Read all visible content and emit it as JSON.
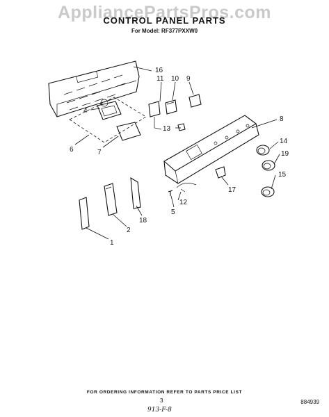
{
  "watermark": "AppliancePartsPros.com",
  "title": "CONTROL PANEL PARTS",
  "model_line": "For Model: RF377PXXW0",
  "footer": {
    "ordering_note": "FOR ORDERING INFORMATION REFER TO PARTS PRICE LIST",
    "page_number": "3",
    "document_number": "884939",
    "handwritten": "913-F-8"
  },
  "callouts": {
    "c1": "1",
    "c2": "2",
    "c4": "4",
    "c5": "5",
    "c6": "6",
    "c7": "7",
    "c8": "8",
    "c9": "9",
    "c10": "10",
    "c11": "11",
    "c12": "12",
    "c13": "13",
    "c14": "14",
    "c15": "15",
    "c16": "16",
    "c17": "17",
    "c18": "18",
    "c19": "19"
  }
}
